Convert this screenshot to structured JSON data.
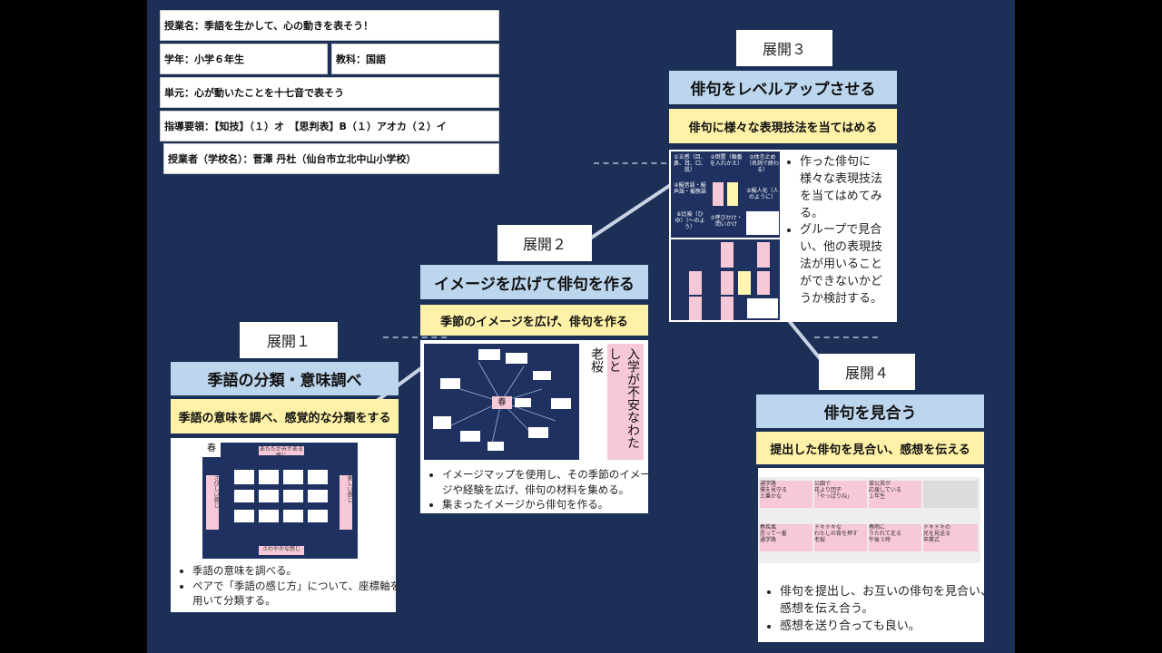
{
  "info": {
    "title": "授業名：季語を生かして、心の動きを表そう！",
    "grade": "学年：小学６年生",
    "subject": "教科：国語",
    "unit": "単元：心が動いたことを十七音で表そう",
    "guideline": "指導要領：【知技】（１）オ　【思判表】B（１）アオカ（２）イ",
    "teacher": "授業者（学校名）：菅澤 丹杜（仙台市立北中山小学校）"
  },
  "steps": [
    {
      "label": "展開１",
      "heading": "季語の分類・意味調べ",
      "subheading": "季語の意味を調べ、感覚的な分類をする",
      "bullets": [
        "季語の意味を調べる。",
        "ペアで「季語の感じ方」について、座標軸を用いて分類する。"
      ],
      "image": {
        "season": "春",
        "top": "あたたかみがある感じ",
        "bottom": "さわやかな感じ",
        "left": "さびしい感じ",
        "right": "楽しい感じ"
      }
    },
    {
      "label": "展開２",
      "heading": "イメージを広げて俳句を作る",
      "subheading": "季節のイメージを広げ、俳句を作る",
      "bullets": [
        "イメージマップを使用し、その季節のイメージや経験を広げ、俳句の材料を集める。",
        "集まったイメージから俳句を作る。"
      ],
      "image": {
        "center": "春",
        "haiku_right": "入学が不安なわたしと",
        "haiku_left": "老桜"
      }
    },
    {
      "label": "展開３",
      "heading": "俳句をレベルアップさせる",
      "subheading": "俳句に様々な表現技法を当てはめる",
      "bullets": [
        "作った俳句に様々な表現技法を当てはめてみる。",
        "グループで見合い、他の表現技法が用いることができないかどうか検討する。"
      ],
      "image": {
        "cells": [
          "①五感（目、鼻、耳、口、肌）",
          "②倒置（順番を入れかえ）",
          "③体言止め（名詞で終わる）",
          "④擬音語・擬声語・擬態語",
          "",
          "⑤擬人化（人のように）",
          "⑥比喩（ひゆ）（〜のよう）",
          "⑦呼びかけ・問いかけ",
          ""
        ]
      }
    },
    {
      "label": "展開４",
      "heading": "俳句を見合う",
      "subheading": "提出した俳句を見合い、感想を伝える",
      "bullets": [
        "俳句を提出し、お互いの俳句を見合い、感想を伝え合う。",
        "感想を送り合っても良い。"
      ],
      "image": {
        "row1": [
          "通学路\n僕を見守る\n土筆かな",
          "公園で\n花より団子\n「やっぱりね」",
          "菜公英が\n応援している\n１年生"
        ],
        "row2": [
          "春疾風\n恋って一番\n通学路",
          "ドキドキな\nわたしの背を押す\n老桜",
          "春雨に\nうたれて走る\n午後３時",
          "ドキドキの\n兄を見送る\n卒業式"
        ]
      }
    }
  ],
  "colors": {
    "background": "#1b2f57",
    "heading": "#bcd6ee",
    "subheading": "#fff2a8",
    "pink": "#f7c9d6"
  }
}
